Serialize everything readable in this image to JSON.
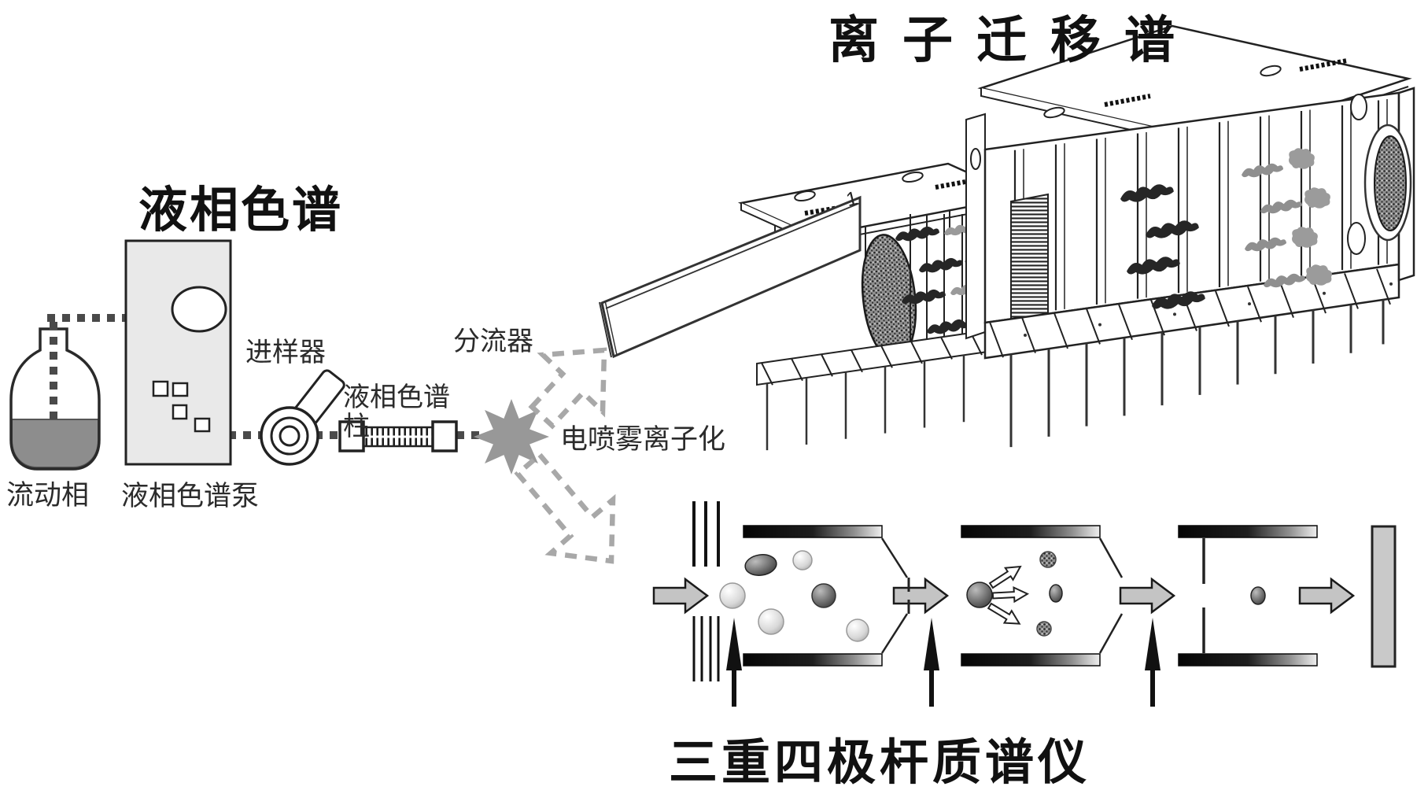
{
  "figure": {
    "titles": {
      "ion_mobility_spectrometer": "离子迁移谱",
      "liquid_chromatograph": "液相色谱",
      "triple_quad_ms": "三重四极杆质谱仪"
    },
    "labels": {
      "mobile_phase": "流动相",
      "lc_pump": "液相色谱泵",
      "injector": "进样器",
      "lc_column_line1": "液相色谱",
      "lc_column_line2": "柱",
      "splitter": "分流器",
      "esi": "电喷雾离子化",
      "plate_mark": "1"
    },
    "colors": {
      "ink": "#1f1f1f",
      "label_text": "#2b2b2b",
      "dotted_flow_line": "#4a4a4a",
      "dashed_split_arrow": "#a8a8a8",
      "esi_sun": "#989898",
      "mobile_phase_liquid": "#8d8d8d",
      "pump_body_fill": "#e9e9e9",
      "flow_arrow_fill": "#c4c4c4",
      "detector_fill": "#c9c9c9",
      "dark_ion": "#3a3a3a",
      "light_ion": "#cfcfcf"
    }
  }
}
